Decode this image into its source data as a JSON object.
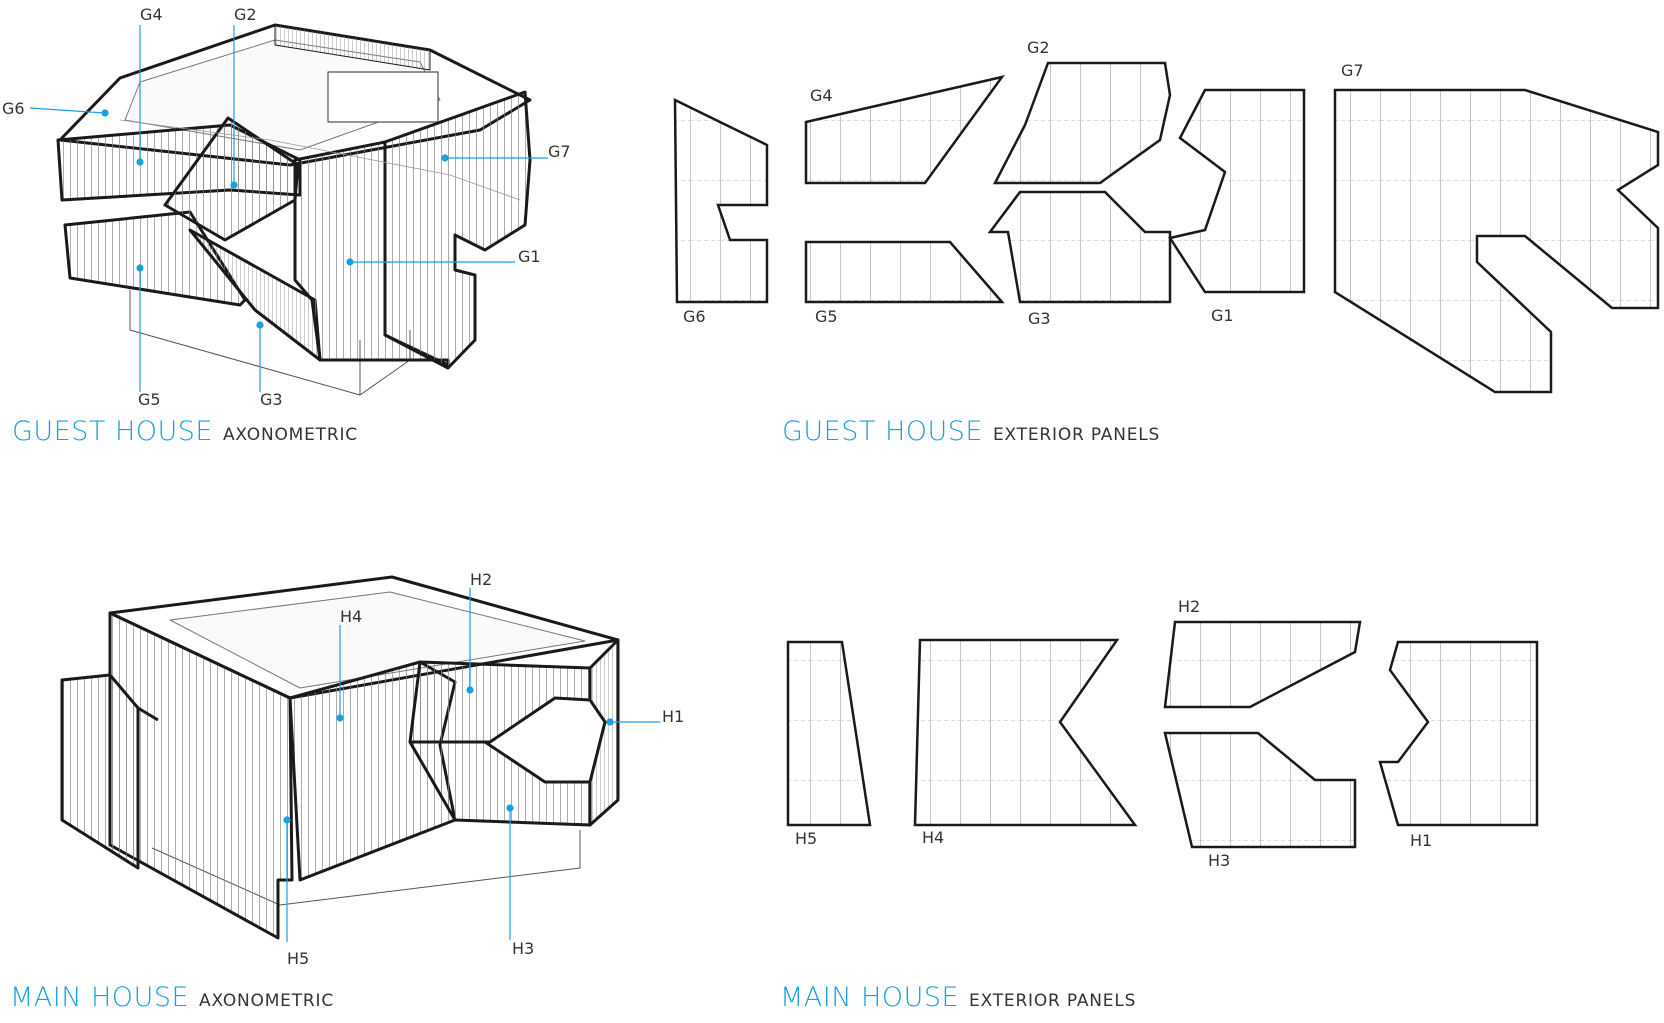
{
  "accent_color": "#1aa0dc",
  "ink_color": "#1a1a1a",
  "sections": {
    "guest_axo": {
      "main": "GUEST HOUSE",
      "sub": "AXONOMETRIC"
    },
    "guest_panels": {
      "main": "GUEST HOUSE",
      "sub": "EXTERIOR PANELS"
    },
    "main_axo": {
      "main": "MAIN HOUSE",
      "sub": "AXONOMETRIC"
    },
    "main_panels": {
      "main": "MAIN HOUSE",
      "sub": "EXTERIOR PANELS"
    }
  },
  "labels": {
    "G1": "G1",
    "G2": "G2",
    "G3": "G3",
    "G4": "G4",
    "G5": "G5",
    "G6": "G6",
    "G7": "G7",
    "H1": "H1",
    "H2": "H2",
    "H3": "H3",
    "H4": "H4",
    "H5": "H5"
  }
}
